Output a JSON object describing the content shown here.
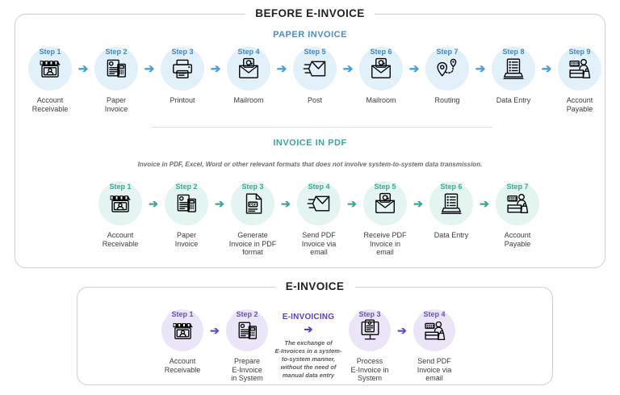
{
  "sections": {
    "before": {
      "title": "BEFORE E-INVOICE",
      "paper": {
        "heading": "PAPER INVOICE",
        "steps": [
          {
            "num": "Step 1",
            "label": "Account\nReceivable",
            "icon": "storefront-icon"
          },
          {
            "num": "Step 2",
            "label": "Paper\nInvoice",
            "icon": "paper-invoice-icon"
          },
          {
            "num": "Step 3",
            "label": "Printout",
            "icon": "printer-icon"
          },
          {
            "num": "Step 4",
            "label": "Mailroom",
            "icon": "mailbox-at-icon"
          },
          {
            "num": "Step 5",
            "label": "Post",
            "icon": "send-envelope-icon"
          },
          {
            "num": "Step 6",
            "label": "Mailroom",
            "icon": "mailbox-at-icon"
          },
          {
            "num": "Step 7",
            "label": "Routing",
            "icon": "route-pin-icon"
          },
          {
            "num": "Step 8",
            "label": "Data Entry",
            "icon": "laptop-checklist-icon"
          },
          {
            "num": "Step 9",
            "label": "Account\nPayable",
            "icon": "account-payable-icon"
          }
        ]
      },
      "pdf": {
        "heading": "INVOICE IN PDF",
        "note": "Invoice in PDF, Excel, Word or other relevant formats that does not involve system-to-system data transmission.",
        "steps": [
          {
            "num": "Step 1",
            "label": "Account\nReceivable",
            "icon": "storefront-icon"
          },
          {
            "num": "Step 2",
            "label": "Paper\nInvoice",
            "icon": "paper-invoice-icon"
          },
          {
            "num": "Step 3",
            "label": "Generate\nInvoice in PDF\nformat",
            "icon": "pdf-file-icon"
          },
          {
            "num": "Step 4",
            "label": "Send PDF\nInvoice via\nemail",
            "icon": "send-envelope-icon"
          },
          {
            "num": "Step 5",
            "label": "Receive PDF\nInvoice in\nemail",
            "icon": "mailbox-at-icon"
          },
          {
            "num": "Step 6",
            "label": "Data Entry",
            "icon": "laptop-checklist-icon"
          },
          {
            "num": "Step 7",
            "label": "Account\nPayable",
            "icon": "account-payable-icon"
          }
        ]
      }
    },
    "einvoice": {
      "title": "E-INVOICE",
      "steps_left": [
        {
          "num": "Step 1",
          "label": "Account\nReceivable",
          "icon": "storefront-icon"
        },
        {
          "num": "Step 2",
          "label": "Prepare\nE-Invoice\nin System",
          "icon": "paper-invoice-icon"
        }
      ],
      "callout": {
        "title": "E-INVOICING",
        "arrow": "➔",
        "body": "The exchange of\nE-Invoices in a system-\nto-system manner,\nwithout the need of\nmanual data entry"
      },
      "steps_right": [
        {
          "num": "Step 3",
          "label": "Process\nE-Invoice in\nSystem",
          "icon": "desktop-invoice-icon"
        },
        {
          "num": "Step 4",
          "label": "Send PDF\nInvoice via\nemail",
          "icon": "account-payable-icon"
        }
      ]
    }
  },
  "arrow_glyph": "➔",
  "colors": {
    "blue": "#4e9fd4",
    "blue_bubble": "#e2f0fa",
    "teal": "#3aa898",
    "teal_bubble": "#e4f4f0",
    "purple": "#6b4fc4",
    "purple_bubble": "#eae6f7",
    "title_text": "#231f20",
    "card_border": "#cfcfcf"
  }
}
